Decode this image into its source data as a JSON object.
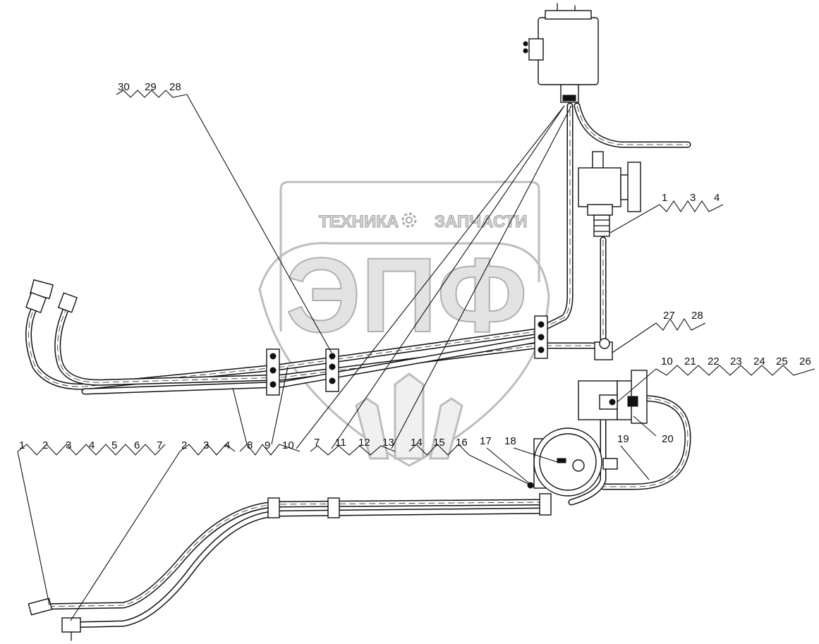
{
  "watermark": {
    "line1_left": "ТЕХНИКА",
    "line1_right": "ЗАПЧАСТИ",
    "big_letters": "ЭПФ",
    "gear_icon": "gear-icon"
  },
  "callouts": {
    "group_30_29_28": [
      "30",
      "29",
      "28"
    ],
    "group_1_3_4_top": [
      "1",
      "3",
      "4"
    ],
    "group_27_28": [
      "27",
      "28"
    ],
    "group_10_26": [
      "10",
      "21",
      "22",
      "23",
      "24",
      "25",
      "26"
    ],
    "group_8_9_10": [
      "8",
      "9",
      "10"
    ],
    "group_7_13": [
      "7",
      "11",
      "12",
      "13"
    ],
    "group_14_16": [
      "14",
      "15",
      "16"
    ],
    "single_17": "17",
    "single_18": "18",
    "single_19": "19",
    "single_20": "20",
    "group_1_7": [
      "1",
      "2",
      "3",
      "4",
      "5",
      "6",
      "7"
    ],
    "group_2_3_4": [
      "2",
      "3",
      "4"
    ]
  }
}
